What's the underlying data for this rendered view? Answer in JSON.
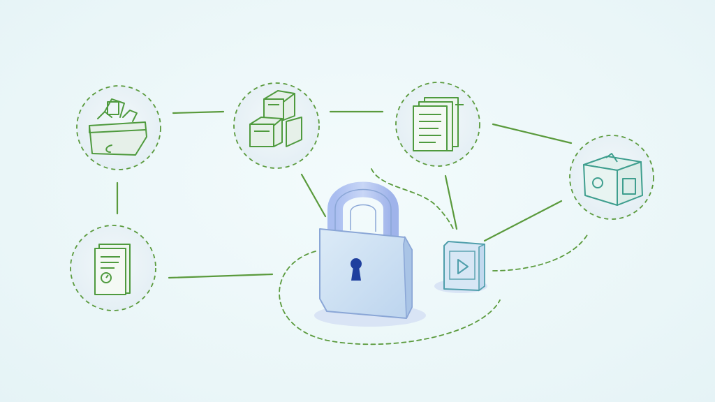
{
  "diagram": {
    "type": "network-illustration",
    "center": {
      "icon": "padlock-icon"
    },
    "satellite": {
      "icon": "play-tile-icon"
    },
    "nodes": [
      {
        "id": "node-box",
        "icon": "open-box-icon"
      },
      {
        "id": "node-cubes",
        "icon": "stacked-cubes-icon"
      },
      {
        "id": "node-documents",
        "icon": "document-stack-icon"
      },
      {
        "id": "node-package",
        "icon": "package-icon"
      },
      {
        "id": "node-file",
        "icon": "file-card-icon"
      }
    ],
    "colors": {
      "line": "#5a9a3c",
      "icon_green": "#4f9a3e",
      "icon_teal": "#3e9e8e",
      "circle_fill": "#eaf4f7",
      "lock_body": "#cfe2f3",
      "lock_outline": "#8aa6d6",
      "lock_shackle": "#b6c7ee",
      "keyhole": "#1f3f9e"
    }
  }
}
